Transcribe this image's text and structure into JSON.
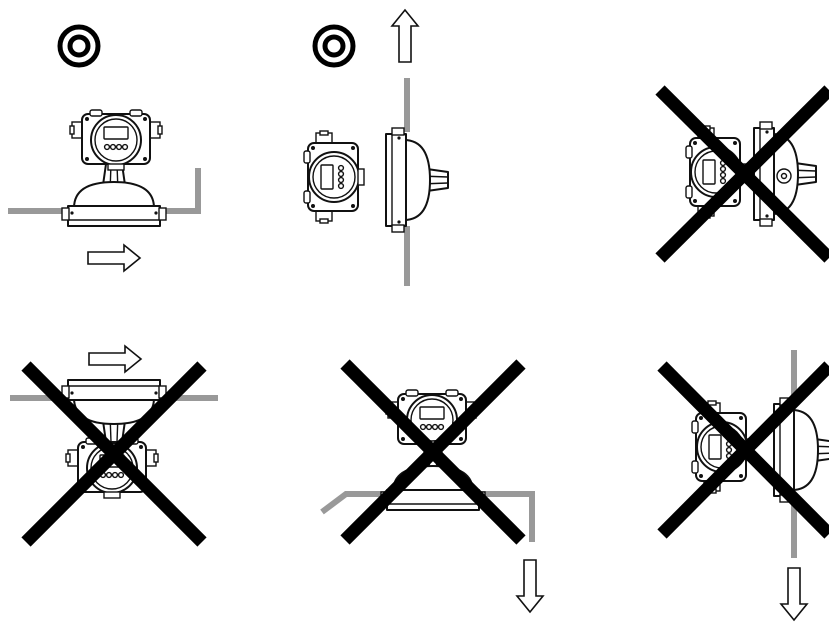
{
  "panels": [
    {
      "id": "horizontal-head-up",
      "status": "recommended",
      "symbol": "double-circle-icon"
    },
    {
      "id": "vertical-flow-up",
      "status": "recommended",
      "symbol": "double-circle-icon"
    },
    {
      "id": "vertical-head-side",
      "status": "not-allowed",
      "symbol": "cross-icon"
    },
    {
      "id": "horizontal-head-down",
      "status": "not-allowed",
      "symbol": "cross-icon"
    },
    {
      "id": "horizontal-bent-pipe-flow-down",
      "status": "not-allowed",
      "symbol": "cross-icon"
    },
    {
      "id": "vertical-flow-down",
      "status": "not-allowed",
      "symbol": "cross-icon"
    }
  ],
  "colors": {
    "pipe": "#999999",
    "line": "#111111",
    "mark": "#000000",
    "background": "#ffffff"
  }
}
